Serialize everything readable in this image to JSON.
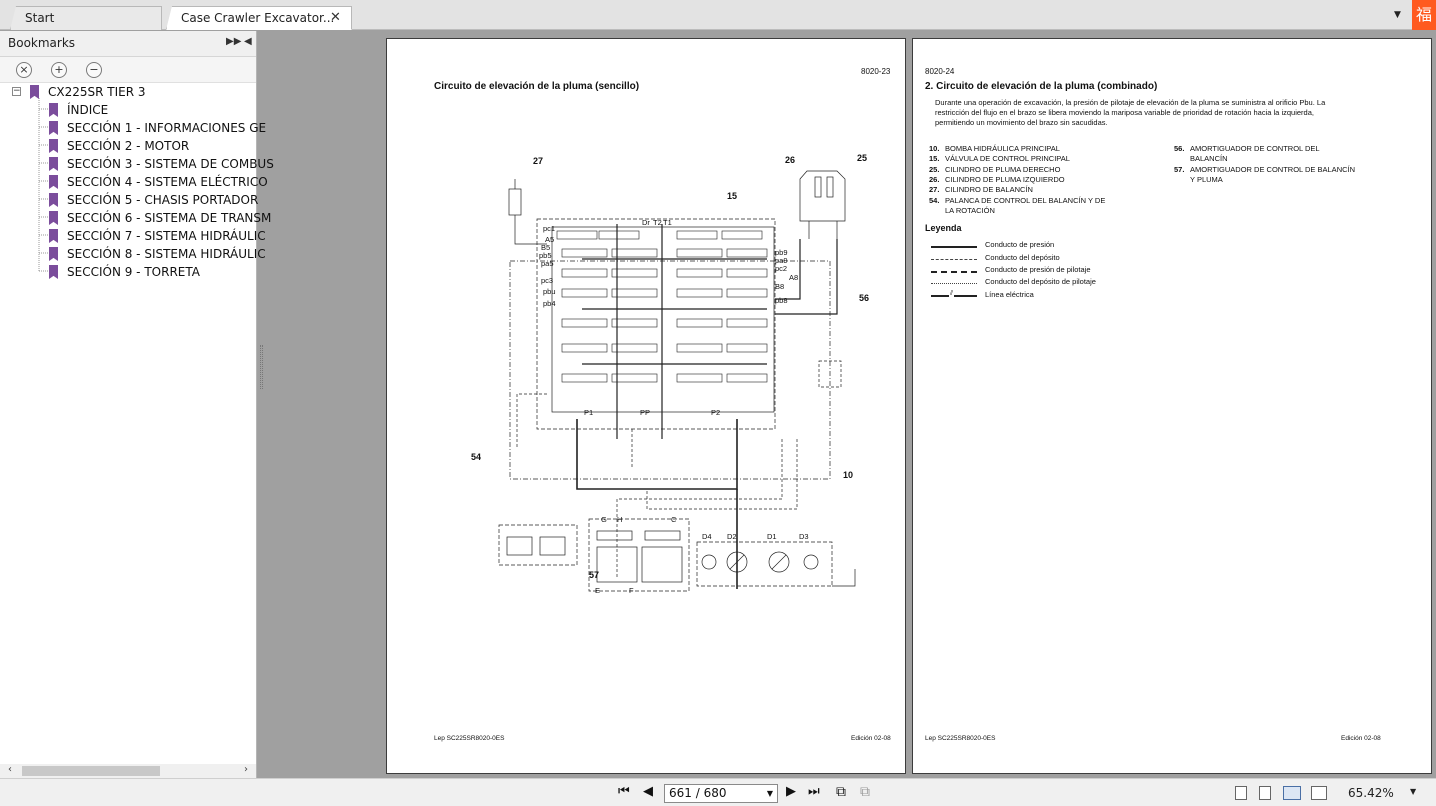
{
  "tabs": [
    {
      "label": "Start"
    },
    {
      "label": "Case Crawler Excavator..."
    }
  ],
  "corner_glyph": "福",
  "sidebar": {
    "title": "Bookmarks",
    "items": [
      {
        "label": "CX225SR TIER 3"
      },
      {
        "label": "ÍNDICE"
      },
      {
        "label": "SECCIÓN 1 -  INFORMACIONES GE"
      },
      {
        "label": "SECCIÓN 2 - MOTOR"
      },
      {
        "label": "SECCIÓN 3 - SISTEMA DE COMBUS"
      },
      {
        "label": "SECCIÓN 4 - SISTEMA ELÉCTRICO"
      },
      {
        "label": "SECCIÓN 5 - CHASIS PORTADOR"
      },
      {
        "label": "SECCIÓN 6 - SISTEMA DE TRANSM"
      },
      {
        "label": "SECCIÓN 7 - SISTEMA HIDRÁULIC"
      },
      {
        "label": "SECCIÓN 8 - SISTEMA HIDRÁULIC"
      },
      {
        "label": "SECCIÓN 9 - TORRETA"
      }
    ]
  },
  "left_page": {
    "page_code": "8020-23",
    "title": "Circuito de elevación de la pluma (sencillo)",
    "callouts": [
      "27",
      "26",
      "25",
      "15",
      "56",
      "54",
      "10",
      "57"
    ],
    "ports": [
      "pc1",
      "A5",
      "B5",
      "pb5",
      "pa5",
      "pc3",
      "pbu",
      "pb4",
      "pb9",
      "pa9",
      "pc2",
      "A8",
      "B8",
      "pb8",
      "P1",
      "PP",
      "P2",
      "Dr",
      "T2",
      "T1",
      "G",
      "H",
      "C",
      "E",
      "F",
      "D4",
      "D2",
      "D1",
      "D3"
    ],
    "footer_left": "Lep SC225SR8020-0ES",
    "footer_right": "Edición 02-08"
  },
  "right_page": {
    "page_code": "8020-24",
    "title": "2. Circuito de elevación de la pluma (combinado)",
    "paragraph": [
      "Durante una operación de excavación, la presión de pilotaje de elevación de la pluma se suministra al orificio Pbu. La",
      "restricción del flujo en el brazo se libera moviendo la mariposa variable de prioridad de rotación hacia la izquierda,",
      "permitiendo un movimiento del brazo sin sacudidas."
    ],
    "components_left": [
      {
        "num": "10.",
        "label": "BOMBA HIDRÁULICA PRINCIPAL"
      },
      {
        "num": "15.",
        "label": "VÁLVULA DE CONTROL PRINCIPAL"
      },
      {
        "num": "25.",
        "label": "CILINDRO DE PLUMA DERECHO"
      },
      {
        "num": "26.",
        "label": "CILINDRO DE PLUMA IZQUIERDO"
      },
      {
        "num": "27.",
        "label": "CILINDRO DE BALANCÍN"
      },
      {
        "num": "54.",
        "label": "PALANCA DE CONTROL DEL BALANCÍN Y DE"
      },
      {
        "num": "",
        "label": "LA ROTACIÓN"
      }
    ],
    "components_right": [
      {
        "num": "56.",
        "label": "AMORTIGUADOR DE CONTROL DEL"
      },
      {
        "num": "",
        "label": "BALANCÍN"
      },
      {
        "num": "57.",
        "label": "AMORTIGUADOR DE CONTROL DE BALANCÍN"
      },
      {
        "num": "",
        "label": "Y PLUMA"
      }
    ],
    "legend_title": "Leyenda",
    "legend": [
      {
        "label": "Conducto de presión",
        "style": "solid"
      },
      {
        "label": "Conducto del depósito",
        "style": "dashdot"
      },
      {
        "label": "Conducto de presión de pilotaje",
        "style": "dashed"
      },
      {
        "label": "Conducto del depósito de pilotaje",
        "style": "dotted"
      },
      {
        "label": "Línea eléctrica",
        "style": "electric"
      }
    ],
    "footer_left": "Lep SC225SR8020-0ES",
    "footer_right": "Edición 02-08"
  },
  "statusbar": {
    "page_indicator": "661 / 680",
    "zoom": "65.42%"
  }
}
